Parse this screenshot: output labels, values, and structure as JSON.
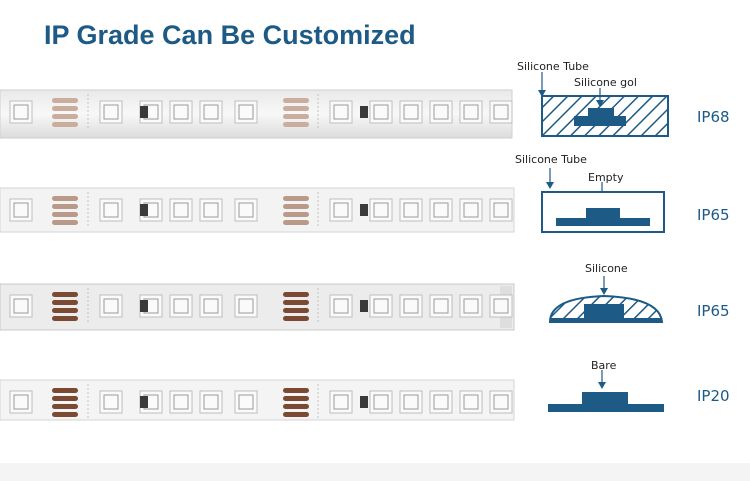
{
  "title": "IP Grade Can Be Customized",
  "rows": [
    {
      "grade": "IP68",
      "labels": [
        "Silicone Tube",
        "Silicone gol"
      ]
    },
    {
      "grade": "IP65",
      "labels": [
        "Silicone Tube",
        "Empty"
      ]
    },
    {
      "grade": "IP65",
      "labels": [
        "Silicone"
      ]
    },
    {
      "grade": "IP20",
      "labels": [
        "Bare"
      ]
    }
  ],
  "colors": {
    "accent": "#1d5a85",
    "strip": "#f3f3f3",
    "pad": "#b99a88",
    "pad_dark": "#7b4a33"
  }
}
